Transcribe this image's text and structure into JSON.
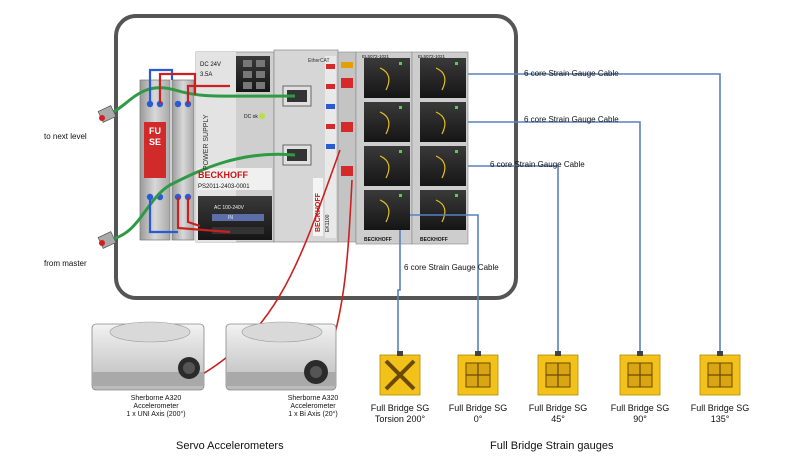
{
  "labels": {
    "to_next_level": "to next level",
    "from_master": "from master",
    "fuse": "FUSE",
    "ps_dc": "DC 24V",
    "ps_a": "3.5A",
    "ps_vertical": "POWER SUPPLY",
    "ps_dc_ok": "DC ok",
    "ps_brand": "BECKHOFF",
    "ps_model": "PS2011-2403-0001",
    "ps_ac": "AC 100-240V",
    "ps_io": "IN",
    "bk_brand": "BECKHOFF",
    "bk_model": "EK1100",
    "bk_ethercat": "EtherCAT",
    "el_top_a": "EL5072-1021",
    "el_top_b": "EL5072-1021",
    "el_brand_a": "BECKHOFF",
    "el_brand_b": "BECKHOFF",
    "cable_1": "6 core Strain Gauge Cable",
    "cable_2": "6 core Strain Gauge Cable",
    "cable_3": "6 core Strain Gauge Cable",
    "cable_4": "6 core Strain Gauge Cable",
    "acc1_l1": "Sherborne A320",
    "acc1_l2": "Accelerometer",
    "acc1_l3": "1 x UNI Axis (200°)",
    "acc2_l1": "Sherborne A320",
    "acc2_l2": "Accelerometer",
    "acc2_l3": "1 x Bi Axis (20°)",
    "servo_title": "Servo Accelerometers",
    "sg_title": "Full Bridge Strain gauges"
  },
  "gauges": [
    {
      "line1": "Full Bridge SG",
      "line2": "Torsion 200°"
    },
    {
      "line1": "Full Bridge SG",
      "line2": "0°"
    },
    {
      "line1": "Full Bridge SG",
      "line2": "45°"
    },
    {
      "line1": "Full Bridge SG",
      "line2": "90°"
    },
    {
      "line1": "Full Bridge SG",
      "line2": "135°"
    }
  ],
  "colors": {
    "frame": "#555555",
    "ethernet": "#2f9a44",
    "power_red": "#cc2020",
    "power_blue": "#2a5bd7",
    "signal_blue": "#5a80c0",
    "gauge_yellow": "#f2c21a",
    "brand_red": "#c81414",
    "module_grey": "#b8b8b8"
  }
}
